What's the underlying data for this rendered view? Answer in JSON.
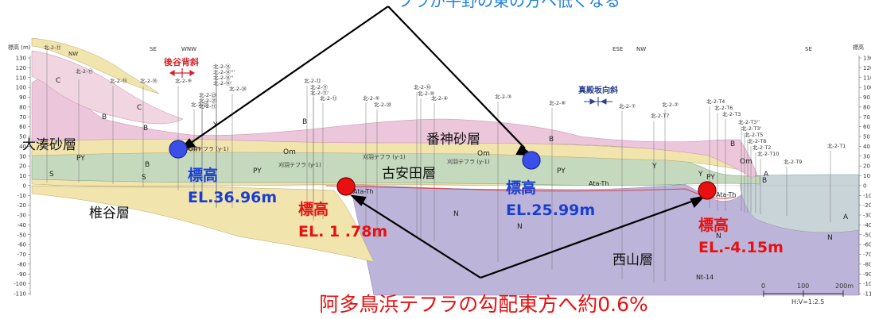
{
  "top_caption": "フラが平野の東の方へ低くなる",
  "axis": {
    "left_title": "標高 (m)",
    "right_title": "標高",
    "ticks": [
      "130",
      "120",
      "110",
      "100",
      "90",
      "80",
      "70",
      "60",
      "50",
      "40",
      "30",
      "20",
      "10",
      "0",
      "-10",
      "-20",
      "-30",
      "-40",
      "-50",
      "-60",
      "-70",
      "-80",
      "-90",
      "-100",
      "-110"
    ],
    "right_ticks": [
      "130",
      "120",
      "110",
      "100",
      "90",
      "80",
      "70",
      "60",
      "50",
      "40",
      "30",
      "20",
      "10",
      "0",
      "-10",
      "-20",
      "-30",
      "-40",
      "-50",
      "-60",
      "-70",
      "-80",
      "-90",
      "-100",
      "-110"
    ]
  },
  "direction_labels": [
    "NW",
    "SE",
    "WNW",
    "ESE",
    "NW",
    "SE"
  ],
  "structures": {
    "anticline": "後谷背斜",
    "syncline": "真殿坂向斜"
  },
  "boreholes": [
    "北-2-⑪",
    "北-2-⑰",
    "北-2-⑮",
    "北-2-⑯",
    "北-2-⑨",
    "北-2-⑭",
    "北-2-⑭'''",
    "北-2-⑭''",
    "北-2-⑭'",
    "北-2-㉔",
    "北-2-㉓",
    "北-2-㉑",
    "北-2-⑪",
    "北-2-⑫",
    "北-2-⑪",
    "北-2-⑪'",
    "北-2-⑬",
    "北-2-㉒",
    "北-2-⑤",
    "北-2-⑳",
    "北-2-⑱",
    "北-2-⑩",
    "北-2-④",
    "北-2-③",
    "北-2-⑧",
    "北-2-⑦",
    "北-2-②",
    "北-2-T7",
    "北-2-T4",
    "北-2-T6",
    "北-2-T3",
    "北-2-T3''",
    "北-2-T3'",
    "北-2-T5",
    "北-2-T8",
    "北-2-T2",
    "北-2-T10",
    "北-2-T9",
    "北-2-T1"
  ],
  "unit_labels": [
    "C",
    "B",
    "C",
    "B",
    "B",
    "Om",
    "Om",
    "Om",
    "PY",
    "PY",
    "S",
    "S",
    "PY",
    "PY",
    "Y",
    "Y",
    "Y",
    "Y",
    "Om",
    "B",
    "B",
    "B",
    "B",
    "A",
    "A",
    "N",
    "N",
    "N",
    "N",
    "Ata-Th",
    "Ata-Th",
    "Ata-Th",
    "Nt-14"
  ],
  "tephra_labels": [
    "刈羽テフラ (y-1)",
    "刈羽テフラ (y-1)",
    "刈羽テフラ (y-1)",
    "刈羽テフラ (y-1)"
  ],
  "formations": {
    "ominato": "大湊砂層",
    "bangami": "番神砂層",
    "koyasuda": "古安田層",
    "shiiya": "椎谷層",
    "nishiyama": "西山層"
  },
  "points": [
    {
      "label": "標高",
      "value": "EL.36.96m",
      "color": "#3a4fe8"
    },
    {
      "label": "標高",
      "value": "EL. 1 .78m",
      "color": "#e81010"
    },
    {
      "label": "標高",
      "value": "EL.25.99m",
      "color": "#3a4fe8"
    },
    {
      "label": "標高",
      "value": "EL.-4.15m",
      "color": "#e81010"
    }
  ],
  "bottom_caption": "阿多鳥浜テフラの勾配東方へ約0.6%",
  "scale": {
    "zero": "0",
    "mid": "100",
    "end": "200m",
    "ratio": "H:V=1:2.5"
  },
  "colors": {
    "pink": "#ecc6da",
    "yellow": "#f2e4ad",
    "green": "#c4d9bd",
    "gray": "#c9d4d8",
    "purple": "#bdb4d9",
    "blue_point": "#3a4fe8",
    "red_point": "#e81010",
    "caption_blue": "#1f7fe0",
    "caption_red": "#e81010"
  }
}
